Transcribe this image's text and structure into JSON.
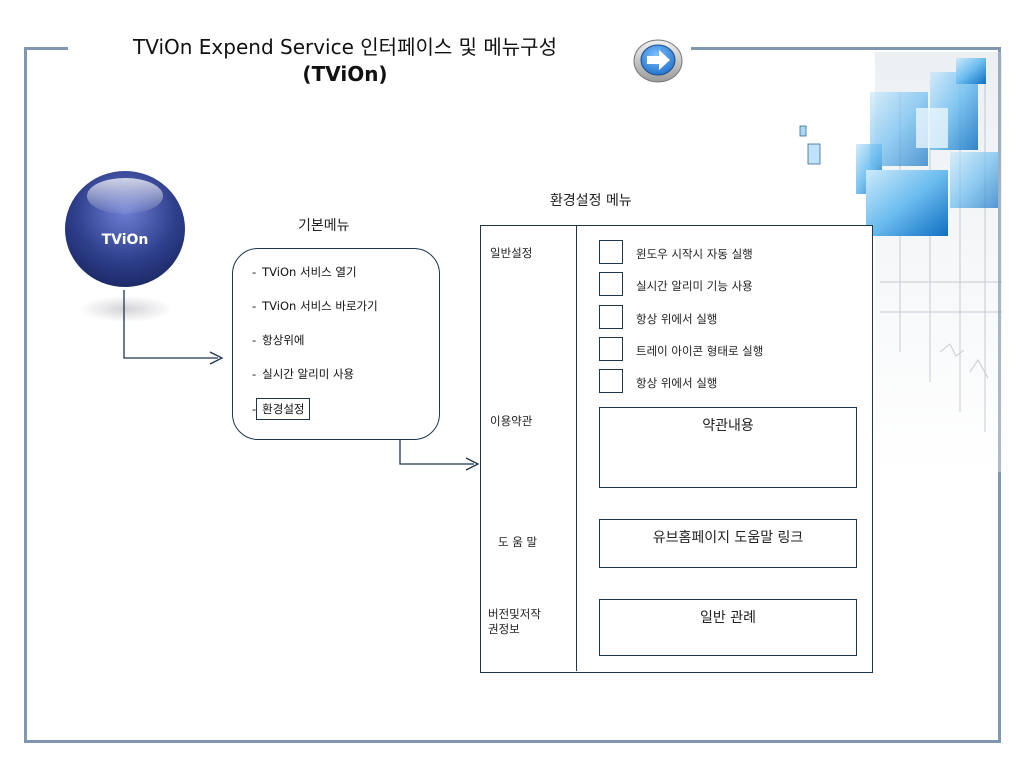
{
  "header": {
    "title_line1": "TViOn Expend Service 인터페이스 및 메뉴구성",
    "title_line2": "(TViOn)"
  },
  "colors": {
    "frame": "#7f97b0",
    "line": "#1f3550",
    "orb": "#2e3f8c",
    "nav_arrow": "#3a8fdc"
  },
  "icons": {
    "nav": "arrow-right-icon",
    "decoration": "glass-cubes-decoration"
  },
  "orb": {
    "label": "TViOn"
  },
  "basic_menu": {
    "heading": "기본메뉴",
    "items": [
      {
        "dash": "-",
        "label": "TViOn 서비스 열기"
      },
      {
        "dash": "-",
        "label": "TViOn 서비스 바로가기"
      },
      {
        "dash": "-",
        "label": "항상위에"
      },
      {
        "dash": "-",
        "label": "실시간 알리미 사용"
      },
      {
        "dash": "-",
        "label": "환경설정"
      }
    ]
  },
  "settings_menu": {
    "heading": "환경설정 메뉴",
    "sections": {
      "general": "일반설정",
      "terms": "이용약관",
      "help": "도 움 말",
      "version_line1": "버전및저작",
      "version_line2": "권정보"
    },
    "general_options": [
      "윈도우 시작시 자동 실행",
      "실시간 알리미 기능 사용",
      "항상 위에서 실행",
      "트레이 아이콘 형태로 실행",
      "항상 위에서 실행"
    ],
    "terms_box": "약관내용",
    "help_box": "유브홈페이지 도움말 링크",
    "version_box": "일반 관례"
  }
}
